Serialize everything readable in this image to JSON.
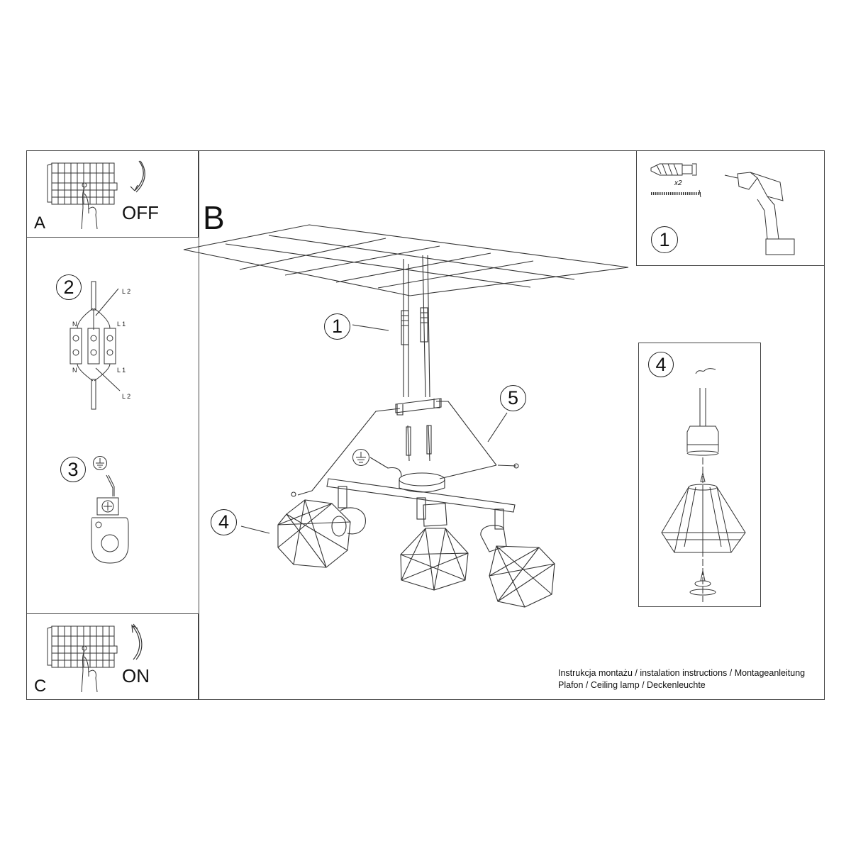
{
  "panels": {
    "A": {
      "letter": "A",
      "action": "OFF",
      "icon": "circuit-breaker-off-icon"
    },
    "C": {
      "letter": "C",
      "action": "ON",
      "icon": "circuit-breaker-on-icon"
    },
    "B": {
      "letter": "B"
    },
    "step1_tools": {
      "step": "1",
      "quantity": "x2",
      "items": [
        "wall-plug",
        "screw",
        "power-drill"
      ]
    },
    "step4_detail": {
      "step": "4"
    }
  },
  "wiring": {
    "step": "2",
    "labels_top": [
      "N",
      "L 1",
      "L 2"
    ],
    "labels_bottom": [
      "N",
      "L 1",
      "L 2"
    ]
  },
  "ground": {
    "step": "3",
    "symbol": "ground-icon"
  },
  "main_diagram": {
    "callouts": [
      "1",
      "4",
      "5"
    ],
    "ground_symbol": "ground-icon"
  },
  "caption": {
    "line1": "Instrukcja montażu / instalation instructions / Montageanleitung",
    "line2": "Plafon / Ceiling lamp / Deckenleuchte"
  },
  "colors": {
    "line": "#333333",
    "border": "#444444",
    "background": "#ffffff"
  }
}
